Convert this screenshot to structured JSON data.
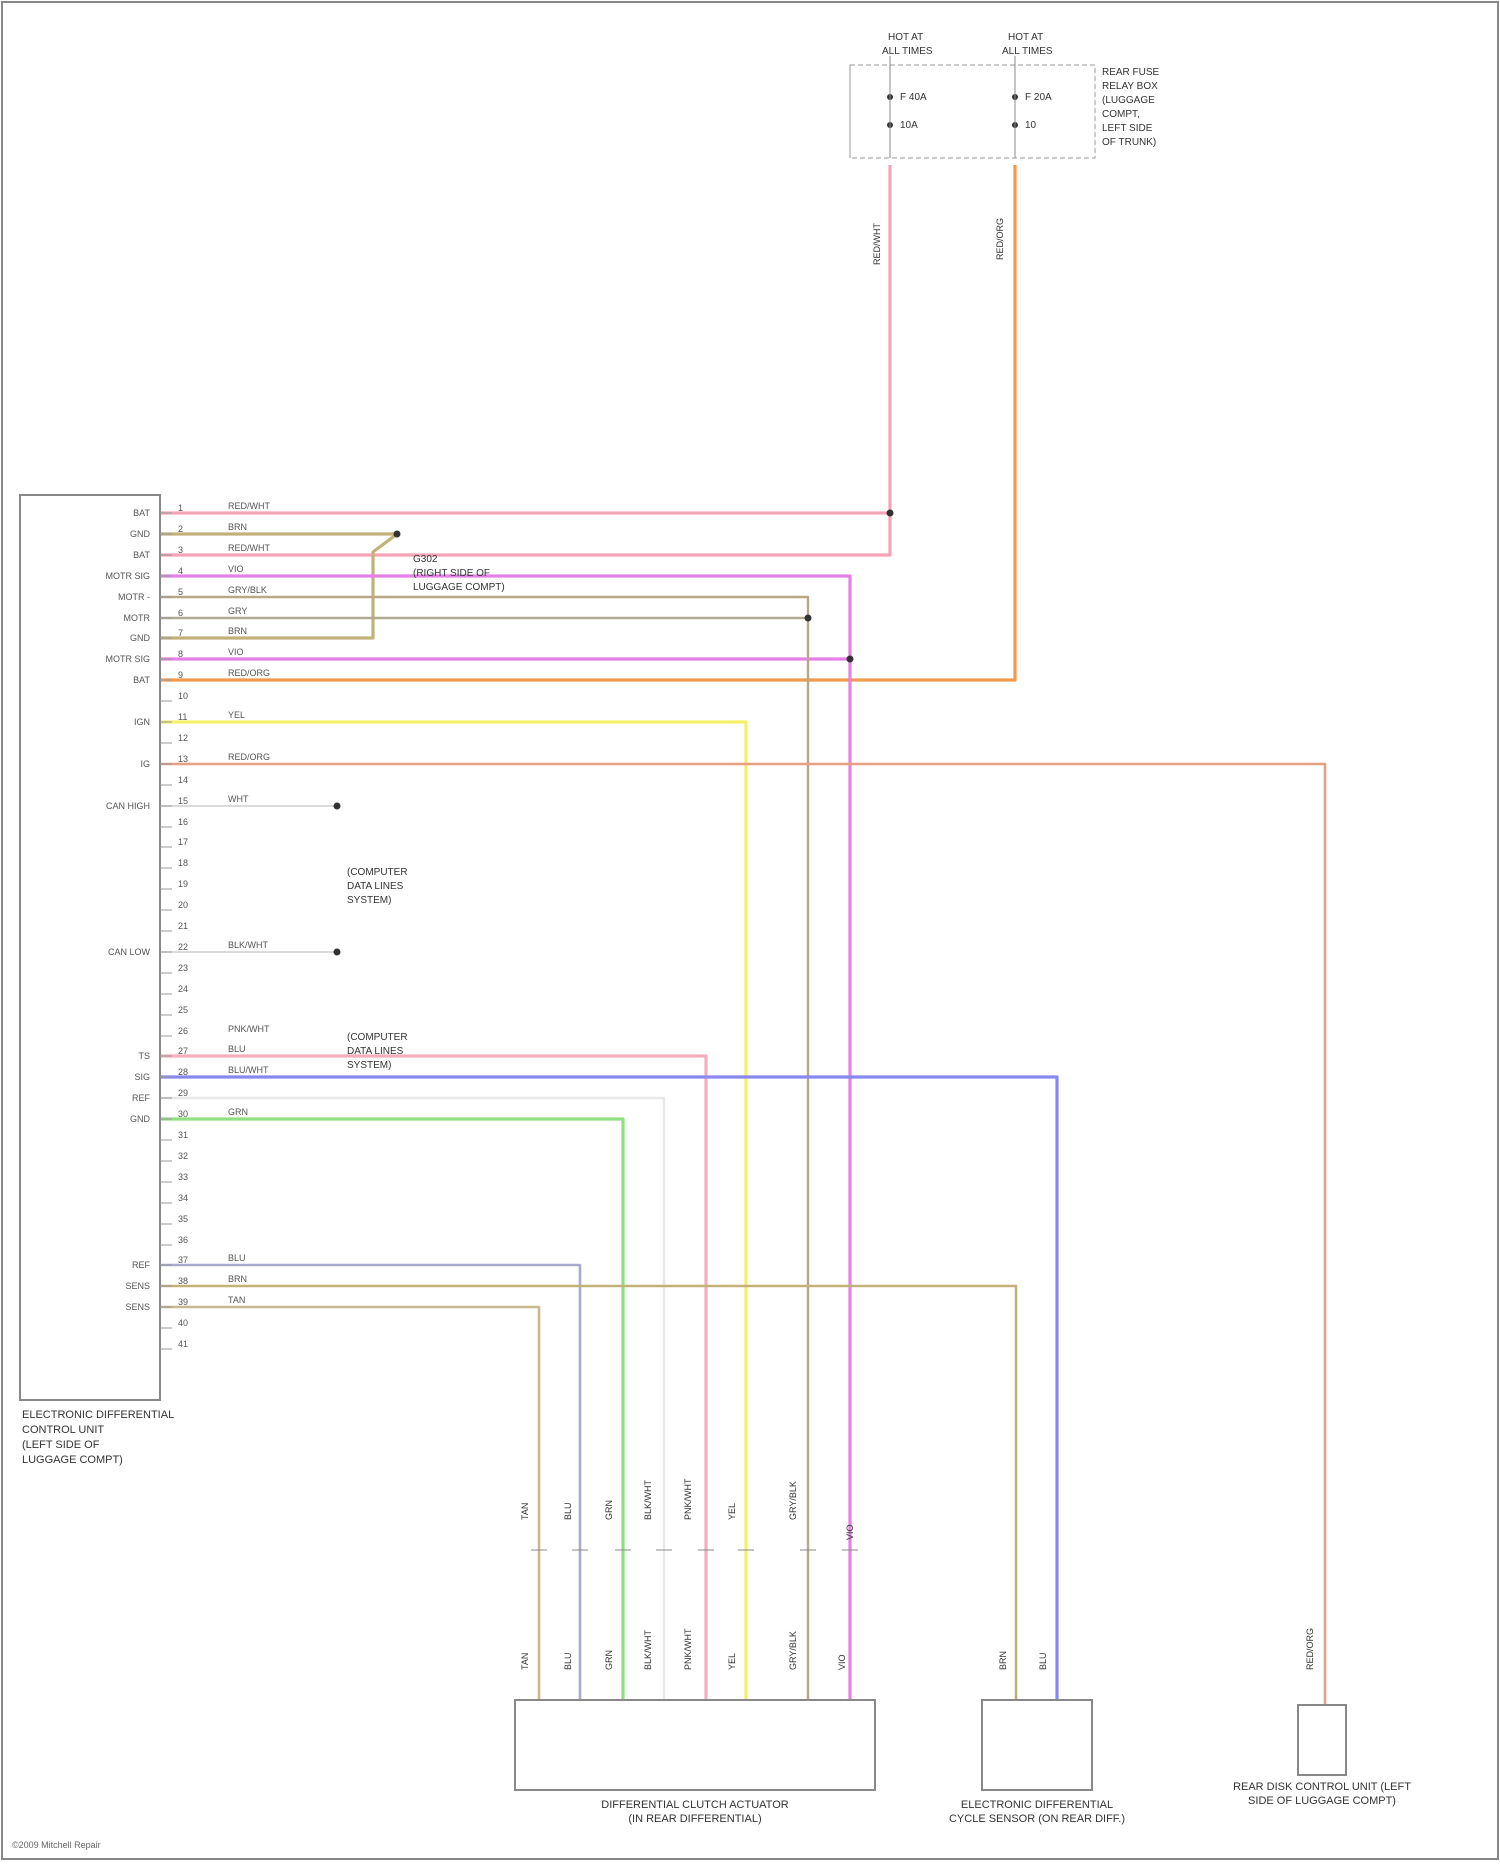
{
  "diagram": {
    "fuse_boxes": [
      {
        "id": "fuse-left",
        "title_1": "HOT AT",
        "title_2": "ALL TIMES",
        "fuse_1": "F 40A",
        "fuse_2": "10A",
        "color": "#f3a0b4"
      },
      {
        "id": "fuse-right",
        "title_1": "HOT AT",
        "title_2": "ALL TIMES",
        "fuse_1": "F 20A",
        "fuse_2": "10",
        "color": "#f29a4c"
      }
    ],
    "fuse_box_caption": [
      "REAR FUSE",
      "RELAY BOX",
      "(LUGGAGE",
      "COMPT,",
      "LEFT SIDE",
      "OF TRUNK)"
    ],
    "module": {
      "caption": [
        "ELECTRONIC DIFFERENTIAL",
        "CONTROL UNIT",
        "(LEFT SIDE OF",
        "LUGGAGE COMPT)"
      ]
    },
    "terminals": [
      {
        "label": "BAT",
        "pin": "1",
        "wire": "RED/WHT",
        "color": "#f5a3b6"
      },
      {
        "label": "GND",
        "pin": "2",
        "wire": "BRN",
        "color": "#c2b27a"
      },
      {
        "label": "BAT",
        "pin": "3",
        "wire": "RED/WHT",
        "color": "#f5a3b6"
      },
      {
        "label": "MOTR SIG",
        "pin": "4",
        "wire": "VIO",
        "color": "#e680e6"
      },
      {
        "label": "MOTR -",
        "pin": "5",
        "wire": "GRY/BLK",
        "color": "#b8a888"
      },
      {
        "label": "MOTR",
        "pin": "6",
        "wire": "GRY",
        "color": "#b0aa90"
      },
      {
        "label": "GND",
        "pin": "7",
        "wire": "BRN",
        "color": "#c2b27a"
      },
      {
        "label": "MOTR SIG",
        "pin": "8",
        "wire": "VIO",
        "color": "#e680e6"
      },
      {
        "label": "BAT",
        "pin": "9",
        "wire": "RED/ORG",
        "color": "#f29a4c"
      },
      {
        "label": "",
        "pin": "10",
        "wire": "",
        "color": ""
      },
      {
        "label": "IGN",
        "pin": "11",
        "wire": "YEL",
        "color": "#f3f06a"
      },
      {
        "label": "",
        "pin": "12",
        "wire": "",
        "color": ""
      },
      {
        "label": "IG",
        "pin": "13",
        "wire": "RED/ORG",
        "color": "#e8a080"
      },
      {
        "label": "",
        "pin": "14",
        "wire": "",
        "color": ""
      },
      {
        "label": "CAN HIGH",
        "pin": "15",
        "wire": "WHT",
        "color": "#e0e0e0"
      },
      {
        "label": "",
        "pin": "16",
        "wire": "",
        "color": ""
      },
      {
        "label": "",
        "pin": "17",
        "wire": "",
        "color": ""
      },
      {
        "label": "",
        "pin": "18",
        "wire": "",
        "color": ""
      },
      {
        "label": "",
        "pin": "19",
        "wire": "",
        "color": ""
      },
      {
        "label": "",
        "pin": "20",
        "wire": "",
        "color": ""
      },
      {
        "label": "",
        "pin": "21",
        "wire": "",
        "color": ""
      },
      {
        "label": "CAN LOW",
        "pin": "22",
        "wire": "BLK/WHT",
        "color": "#cccccc"
      },
      {
        "label": "",
        "pin": "23",
        "wire": "",
        "color": ""
      },
      {
        "label": "",
        "pin": "24",
        "wire": "",
        "color": ""
      },
      {
        "label": "",
        "pin": "25",
        "wire": "",
        "color": ""
      },
      {
        "label": "",
        "pin": "26",
        "wire": "PNK/WHT",
        "color": ""
      },
      {
        "label": "TS",
        "pin": "27",
        "wire": "BLU",
        "color": "#f5aec0"
      },
      {
        "label": "SIG",
        "pin": "28",
        "wire": "BLU/WHT",
        "color": "#8888f0"
      },
      {
        "label": "REF",
        "pin": "29",
        "wire": "",
        "color": "#e8e8e8"
      },
      {
        "label": "GND",
        "pin": "30",
        "wire": "GRN",
        "color": "#90e080"
      },
      {
        "label": "",
        "pin": "31",
        "wire": "",
        "color": ""
      },
      {
        "label": "",
        "pin": "32",
        "wire": "",
        "color": ""
      },
      {
        "label": "",
        "pin": "33",
        "wire": "",
        "color": ""
      },
      {
        "label": "",
        "pin": "34",
        "wire": "",
        "color": ""
      },
      {
        "label": "",
        "pin": "35",
        "wire": "",
        "color": ""
      },
      {
        "label": "",
        "pin": "36",
        "wire": "",
        "color": ""
      },
      {
        "label": "REF",
        "pin": "37",
        "wire": "BLU",
        "color": "#aaaacc"
      },
      {
        "label": "SENS",
        "pin": "38",
        "wire": "BRN",
        "color": "#c2b27a"
      },
      {
        "label": "SENS",
        "pin": "39",
        "wire": "TAN",
        "color": "#c8b890"
      },
      {
        "label": "",
        "pin": "40",
        "wire": "",
        "color": ""
      },
      {
        "label": "",
        "pin": "41",
        "wire": "",
        "color": ""
      }
    ],
    "ground_labels": [
      [
        "G302",
        "(RIGHT SIDE OF",
        "LUGGAGE COMPT)"
      ],
      [
        "(COMPUTER",
        "DATA LINES",
        "SYSTEM)"
      ],
      [
        "(COMPUTER",
        "DATA LINES",
        "SYSTEM)"
      ]
    ],
    "connector_wire_labels": [
      "TAN",
      "BLU",
      "GRN",
      "BLK/WHT",
      "PNK/WHT",
      "YEL",
      "GRY/BLK",
      "VIO"
    ],
    "connector_wire_labels_b": [
      "BRN",
      "BLU"
    ],
    "fuse_wire_labels": [
      "RED/WHT",
      "RED/ORG"
    ],
    "sensor_wire_label": "RED/ORG",
    "components": [
      {
        "caption_1": "DIFFERENTIAL CLUTCH ACTUATOR",
        "caption_2": "(IN REAR DIFFERENTIAL)"
      },
      {
        "caption_1": "ELECTRONIC DIFFERENTIAL",
        "caption_2": "CYCLE SENSOR (ON REAR DIFF.)"
      },
      {
        "caption_1": "REAR DISK CONTROL UNIT (LEFT",
        "caption_2": "SIDE OF LUGGAGE COMPT)"
      }
    ],
    "footer": "©2009 Mitchell Repair"
  }
}
